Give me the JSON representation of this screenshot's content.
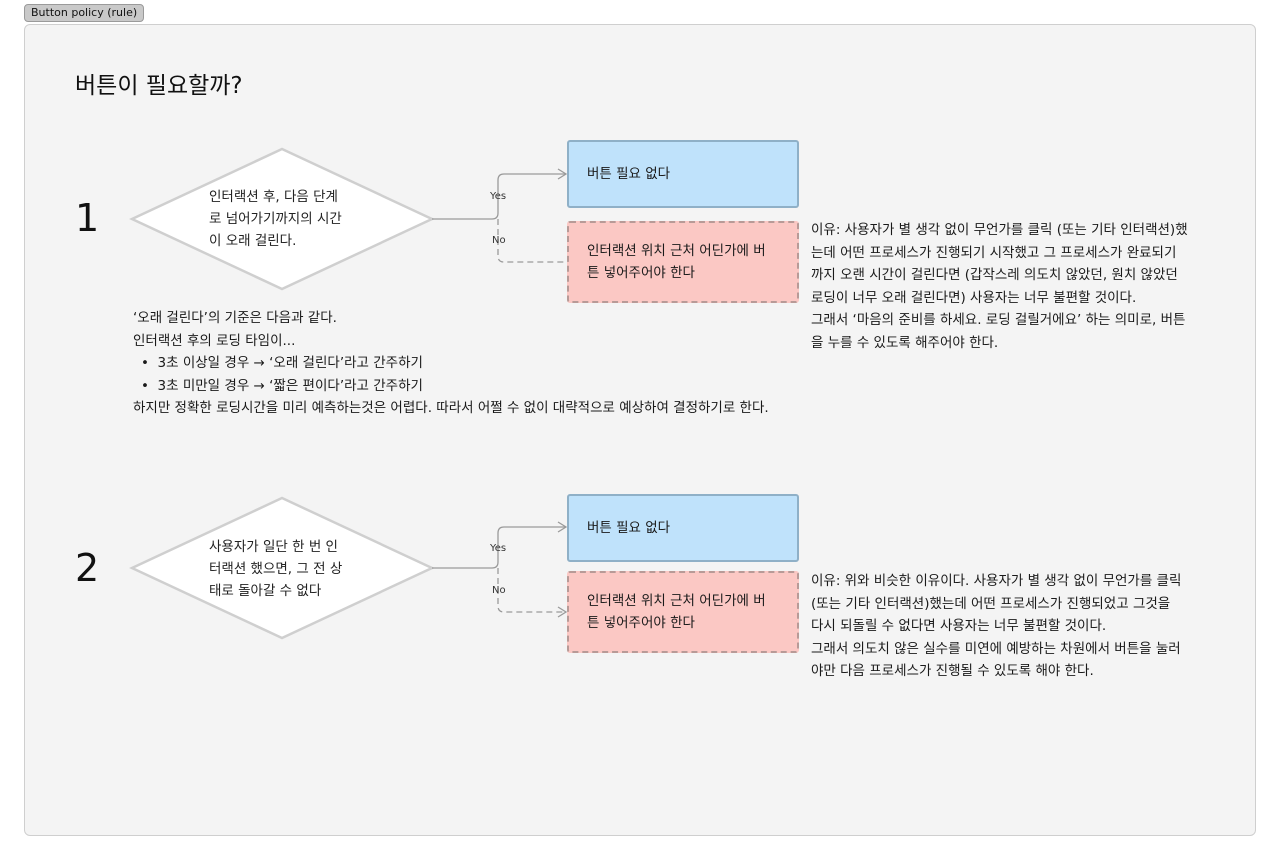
{
  "frame_label": "Button policy (rule)",
  "title": "버튼이 필요할까?",
  "rules": [
    {
      "number": "1",
      "condition_lines": [
        "인터랙션 후, 다음 단계",
        "로 넘어가기까지의 시간",
        "이 오래 걸린다."
      ],
      "yes_label": "Yes",
      "no_label": "No",
      "yes_result": "버튼 필요 없다",
      "no_result_lines": [
        "인터랙션 위치 근처 어딘가에 버",
        "튼 넣어주어야 한다"
      ],
      "reason_lines": [
        "이유: 사용자가 별 생각 없이 무언가를 클릭 (또는 기타 인터랙션)했",
        "는데 어떤 프로세스가 진행되기 시작했고 그 프로세스가 완료되기",
        "까지 오랜 시간이 걸린다면 (갑작스레 의도치 않았던, 원치 않았던",
        "로딩이 너무 오래 걸린다면) 사용자는 너무 불편할 것이다.",
        "그래서 ‘마음의 준비를 하세요. 로딩 걸릴거에요’ 하는 의미로, 버튼",
        "을 누를 수 있도록 해주어야 한다."
      ]
    },
    {
      "number": "2",
      "condition_lines": [
        "사용자가 일단 한 번 인",
        "터랙션 했으면, 그 전 상",
        "태로 돌아갈 수 없다"
      ],
      "yes_label": "Yes",
      "no_label": "No",
      "yes_result": "버튼 필요 없다",
      "no_result_lines": [
        "인터랙션 위치 근처 어딘가에 버",
        "튼 넣어주어야 한다"
      ],
      "reason_lines": [
        "이유: 위와 비슷한 이유이다. 사용자가 별 생각 없이 무언가를 클릭",
        "(또는 기타 인터랙션)했는데 어떤 프로세스가 진행되었고 그것을",
        "다시 되돌릴 수 없다면 사용자는 너무 불편할 것이다.",
        "그래서 의도치 않은 실수를 미연에 예방하는 차원에서 버튼을 눌러",
        "야만 다음 프로세스가 진행될 수 있도록 해야 한다."
      ]
    }
  ],
  "criteria": {
    "intro": "‘오래 걸린다’의 기준은 다음과 같다.",
    "sub": "인터랙션 후의 로딩 타임이...",
    "bullets": [
      "3초 이상일 경우 → ‘오래 걸린다’라고 간주하기",
      "3초 미만일 경우 → ‘짧은 편이다’라고 간주하기"
    ],
    "conclusion": "하지만 정확한 로딩시간을 미리 예측하는것은 어렵다. 따라서 어쩔 수 없이 대략적으로 예상하여 결정하기로 한다."
  }
}
